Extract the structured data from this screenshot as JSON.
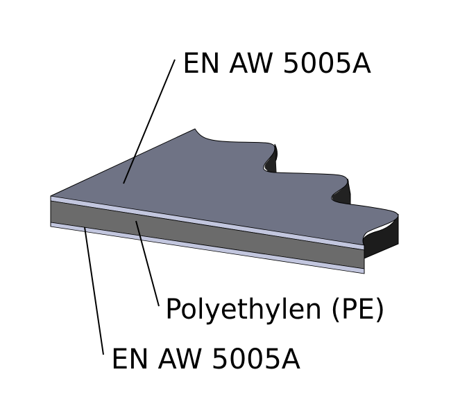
{
  "labels": {
    "top_skin": "EN AW 5005A",
    "core": "Polyethylen (PE)",
    "bottom_skin": "EN AW 5005A"
  },
  "colors": {
    "top_face": "#6f7385",
    "core": "#6b6b6b",
    "skin": "#c2c6de",
    "edge_dark": "#1a1a1a"
  }
}
